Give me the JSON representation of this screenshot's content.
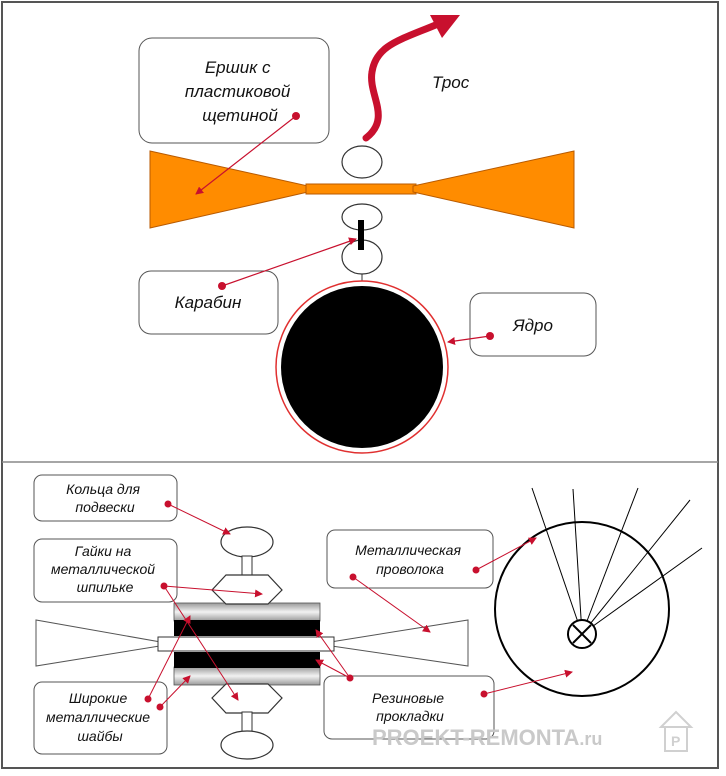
{
  "top": {
    "labels": {
      "brush": [
        "Ершик с",
        "пластиковой",
        "щетиной"
      ],
      "cable": "Трос",
      "carabiner": "Карабин",
      "core": "Ядро"
    }
  },
  "bottom": {
    "labels": {
      "rings": [
        "Кольца для",
        "подвески"
      ],
      "nuts": [
        "Гайки на",
        "металлической",
        "шпильке"
      ],
      "wire": [
        "Металлическая",
        "проволока"
      ],
      "washers": [
        "Широкие",
        "металлические",
        "шайбы"
      ],
      "gaskets": [
        "Резиновые",
        "прокладки"
      ]
    }
  },
  "watermark": {
    "text": "PROEKT-REMONTA",
    "suffix": ".ru"
  },
  "colors": {
    "brush": "#ff8c00",
    "pointer": "#c8102e",
    "core": "#000000",
    "core_ring": "#e03030"
  }
}
